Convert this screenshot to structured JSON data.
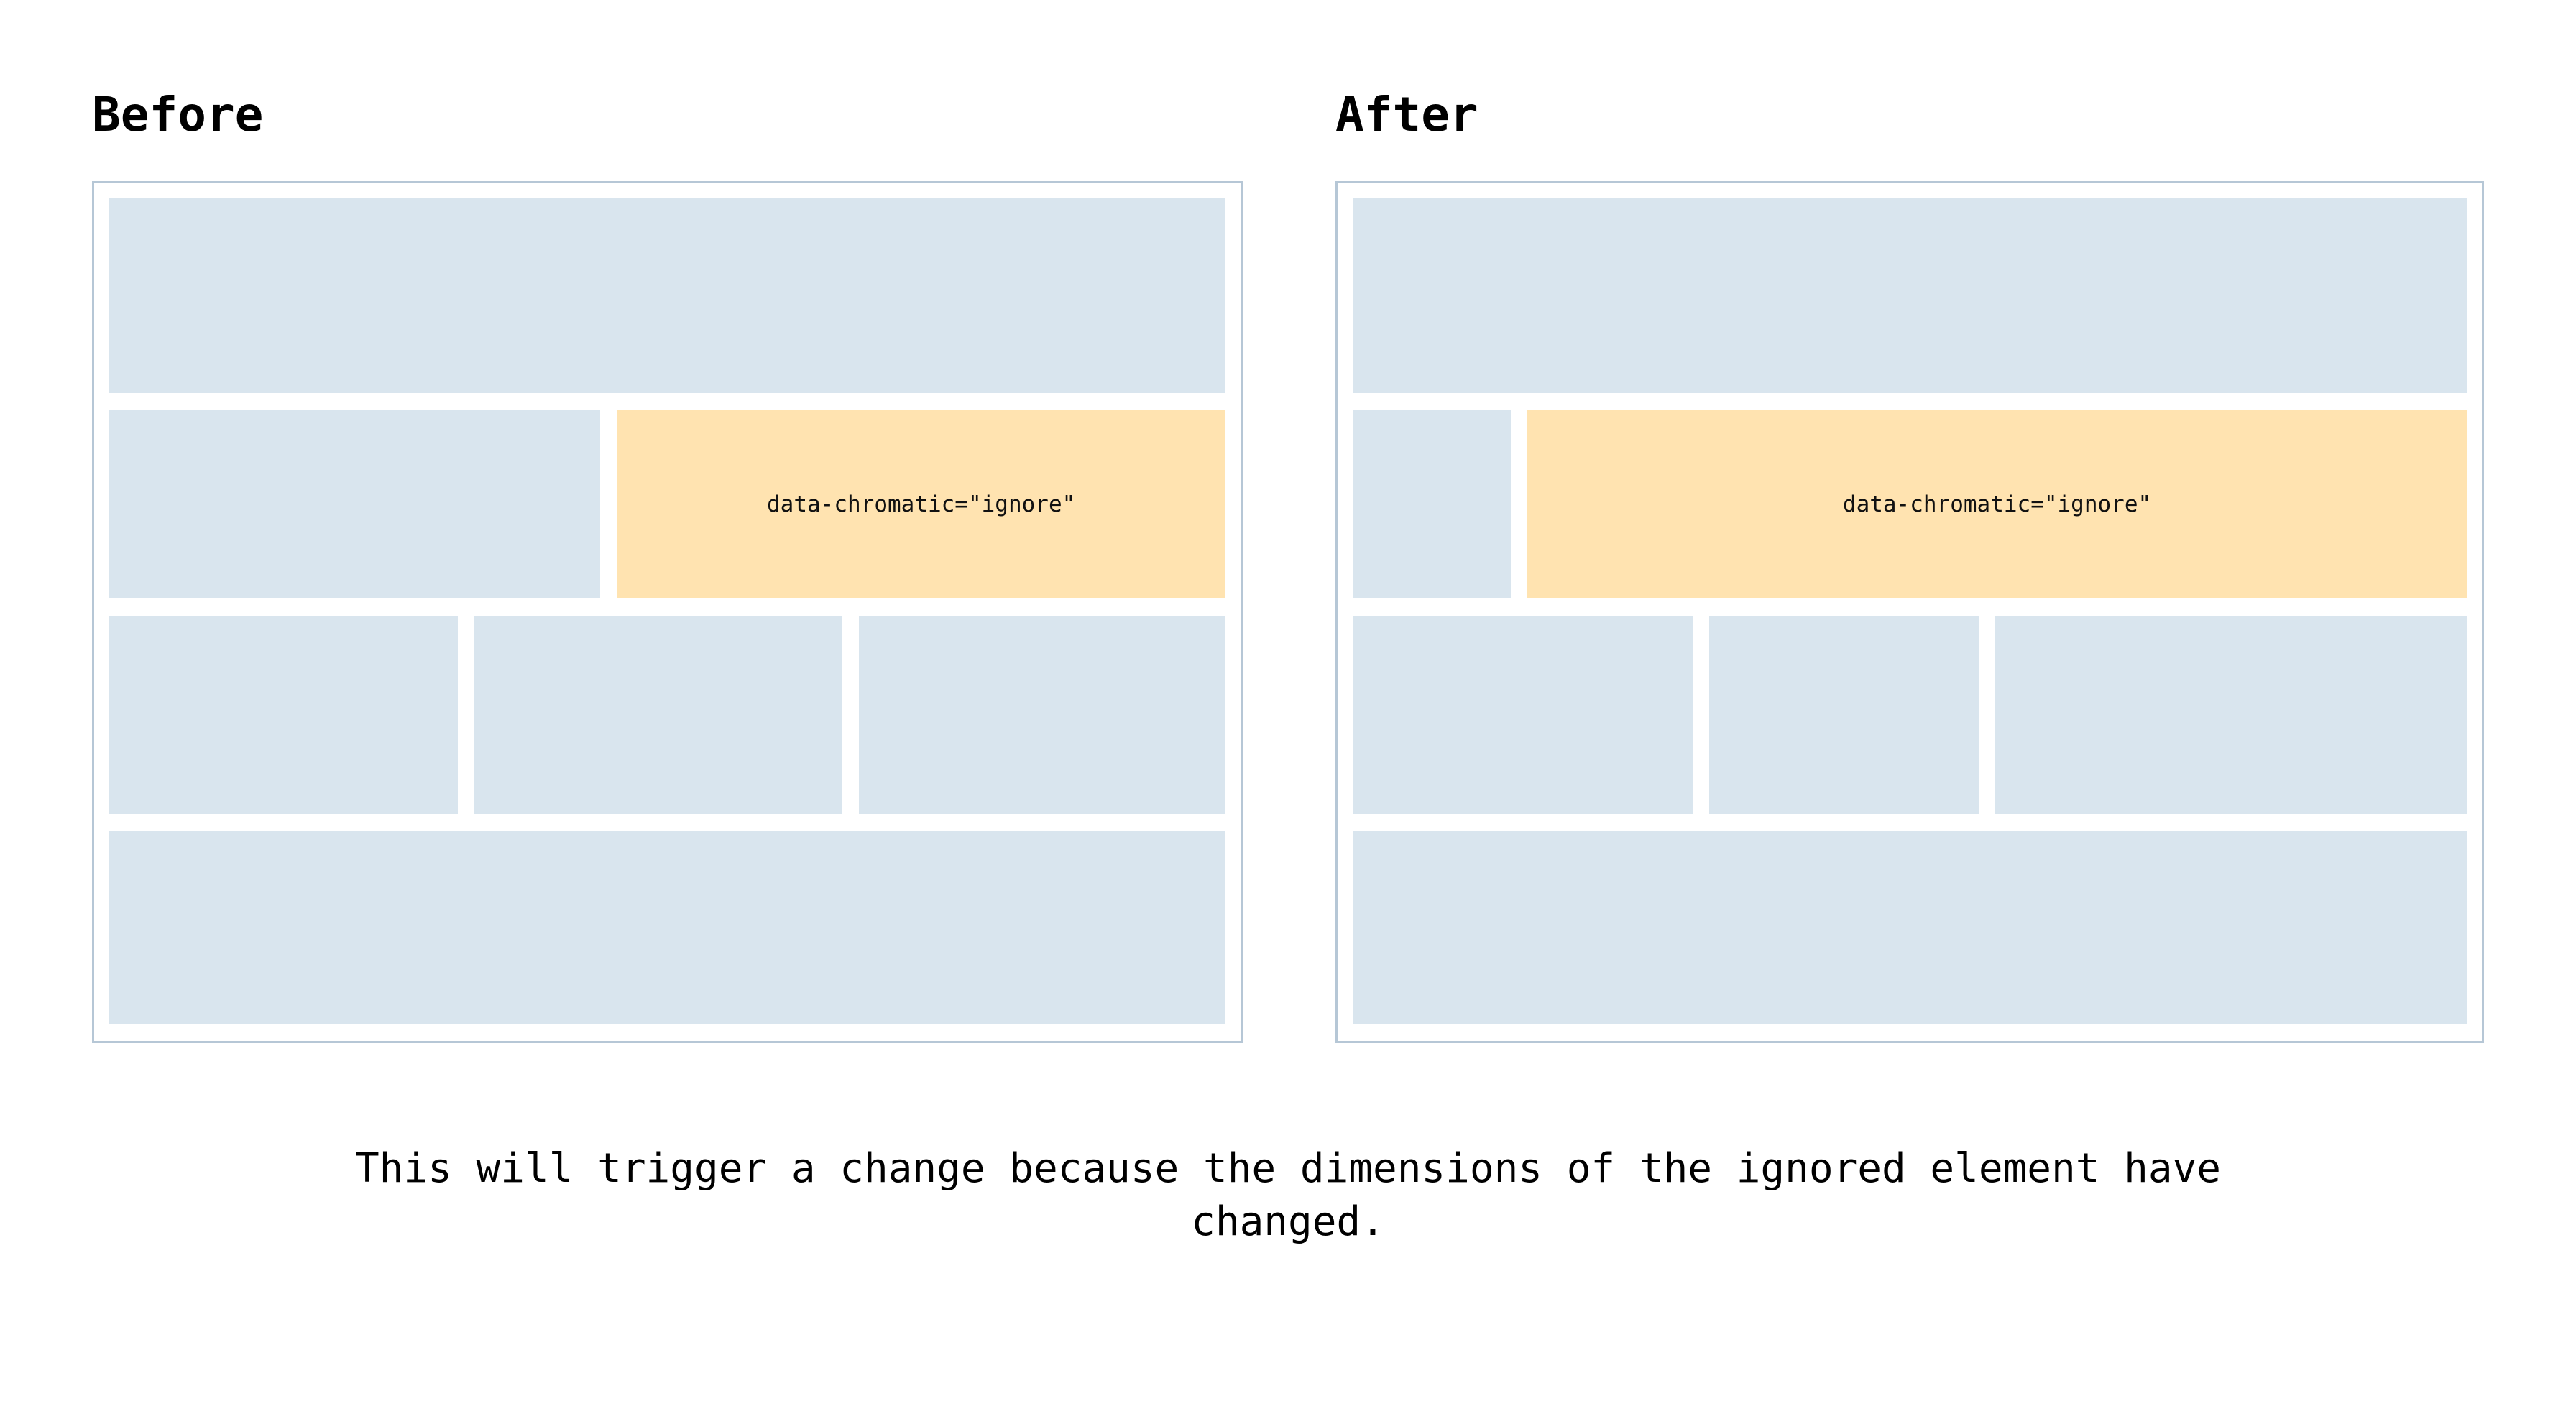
{
  "panels": [
    {
      "id": "before",
      "title": "Before",
      "ignored_label": "data-chromatic=\"ignore\"",
      "rows": [
        {
          "name": "row-1-hero",
          "blocks": [
            {
              "kind": "plain",
              "width_pct": 100
            }
          ]
        },
        {
          "name": "row-2-split",
          "blocks": [
            {
              "kind": "plain",
              "width_pct": 44.0
            },
            {
              "kind": "ignored",
              "width_pct": 54.5
            }
          ]
        },
        {
          "name": "row-3-triple",
          "blocks": [
            {
              "kind": "plain",
              "width_pct": 31.8
            },
            {
              "kind": "plain",
              "width_pct": 33.1
            },
            {
              "kind": "plain",
              "width_pct": 33.6
            }
          ]
        },
        {
          "name": "row-4-footer",
          "blocks": [
            {
              "kind": "plain",
              "width_pct": 100
            }
          ]
        }
      ]
    },
    {
      "id": "after",
      "title": "After",
      "ignored_label": "data-chromatic=\"ignore\"",
      "rows": [
        {
          "name": "row-1-hero",
          "blocks": [
            {
              "kind": "plain",
              "width_pct": 100
            }
          ]
        },
        {
          "name": "row-2-split",
          "blocks": [
            {
              "kind": "plain",
              "width_pct": 14.2
            },
            {
              "kind": "ignored",
              "width_pct": 84.3
            }
          ]
        },
        {
          "name": "row-3-triple",
          "blocks": [
            {
              "kind": "plain",
              "width_pct": 31.0
            },
            {
              "kind": "plain",
              "width_pct": 24.2
            },
            {
              "kind": "plain",
              "width_pct": 43.3
            }
          ]
        },
        {
          "name": "row-4-footer",
          "blocks": [
            {
              "kind": "plain",
              "width_pct": 100
            }
          ]
        }
      ]
    }
  ],
  "caption": {
    "text": "This will trigger a change because the dimensions of the ignored element have changed."
  },
  "colors": {
    "background": "#ffffff",
    "skeleton_block": "#d9e5ee",
    "ignored_block": "#ffe3b0",
    "panel_border": "#b6c7d6",
    "text": "#000000"
  }
}
